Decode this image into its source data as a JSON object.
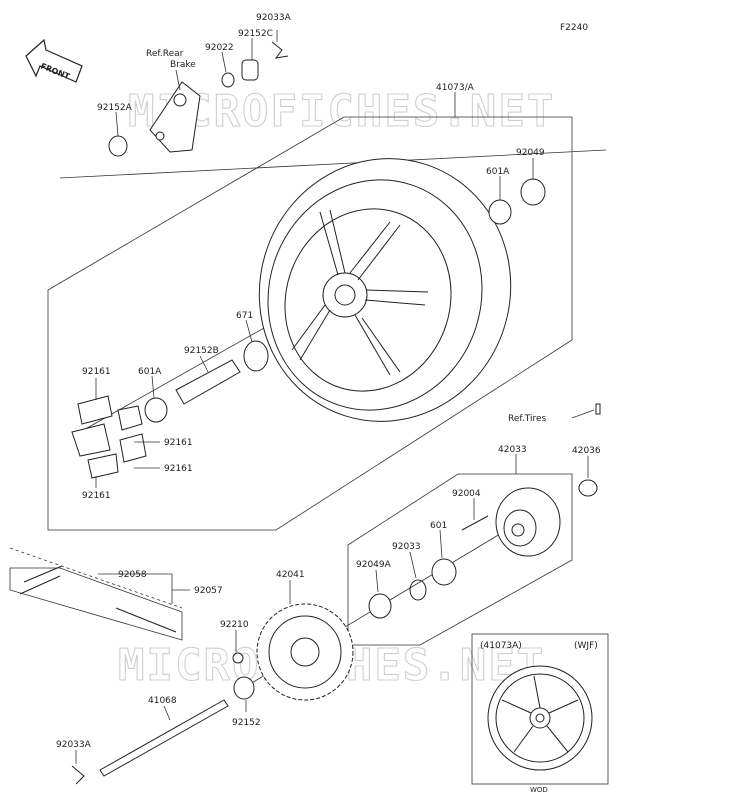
{
  "figure_code": "F2240",
  "front_label": "FRONT",
  "watermark": "MICROFICHES.NET",
  "inset": {
    "left_label": "(41073A)",
    "right_label": "(WJF)",
    "bottom_label": "WOD"
  },
  "labels": {
    "p92033A_top": "92033A",
    "p92022": "92022",
    "p92152C": "92152C",
    "ref_rear_brake_1": "Ref.Rear",
    "ref_rear_brake_2": "Brake",
    "p92152A": "92152A",
    "p41073A": "41073/A",
    "p92049": "92049",
    "p601A_top": "601A",
    "p671": "671",
    "p92152B": "92152B",
    "p601A_mid": "601A",
    "p92161_top": "92161",
    "p92161_r1": "92161",
    "p92161_r2": "92161",
    "p92161_bot": "92161",
    "ref_tires": "Ref.Tires",
    "p42033": "42033",
    "p42036": "42036",
    "p92004": "92004",
    "p92033": "92033",
    "p601": "601",
    "p92049A": "92049A",
    "p92058": "92058",
    "p92057": "92057",
    "p42041": "42041",
    "p92210": "92210",
    "p41068": "41068",
    "p92152": "92152",
    "p92033A_bot": "92033A"
  }
}
